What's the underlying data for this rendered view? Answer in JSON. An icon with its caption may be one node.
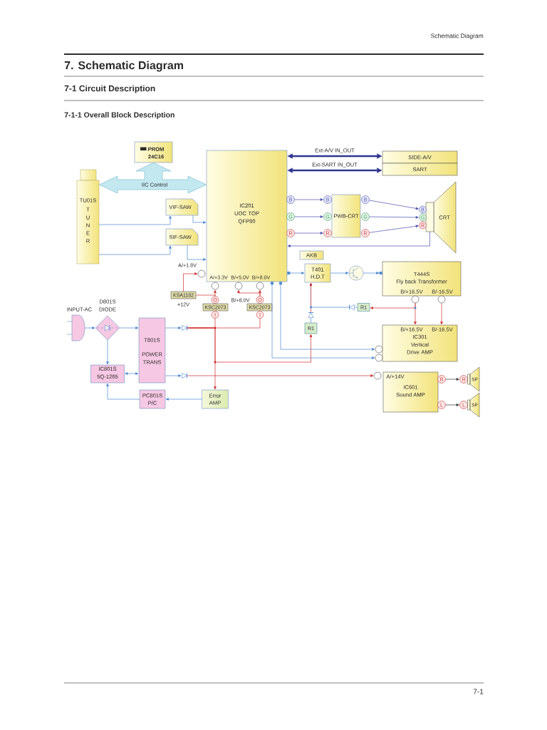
{
  "diagram": {
    "title": "7. Schematic Diagram",
    "nodes": [
      {
        "text": [
          "PROM 24C16"
        ]
      },
      {
        "text": [
          "TU01S",
          "T U N E R"
        ]
      },
      {
        "text": [
          "IC201 UOC TOP QFP80",
          "A/+3.3V",
          "B/+5.0V",
          "B/+8.0V"
        ]
      },
      {
        "text": [
          "SIDE-A/V"
        ]
      },
      {
        "text": [
          "SART"
        ]
      },
      {
        "text": [
          "CRT"
        ]
      },
      {
        "text": [
          "PWB-CRT"
        ]
      },
      {
        "text": [
          "B"
        ]
      },
      {
        "text": [
          "B"
        ]
      },
      {
        "text": [
          "B"
        ]
      },
      {
        "text": [
          "B"
        ]
      },
      {
        "text": [
          "VIF-SAW"
        ]
      },
      {
        "text": [
          "G"
        ]
      },
      {
        "text": [
          "G"
        ]
      },
      {
        "text": [
          "G"
        ]
      },
      {
        "text": [
          "G"
        ]
      },
      {
        "text": [
          "R"
        ]
      },
      {
        "text": [
          "R"
        ]
      },
      {
        "text": [
          "R"
        ]
      },
      {
        "text": [
          "R"
        ]
      },
      {
        "text": [
          "SIF-SAW"
        ]
      },
      {
        "text": [
          "AKB"
        ]
      },
      {
        "text": [
          "T401 H.D.T"
        ]
      },
      {
        "text": [],
        "shape": "circle"
      },
      {
        "text": [
          "T444S",
          "Fly back Transformer",
          "B/+16.5V",
          "B/-16.5V"
        ]
      },
      {
        "text": [],
        "shape": "circle",
        "beside": [
          "A/+1.8V"
        ]
      },
      {
        "text": [],
        "shape": "circle"
      },
      {
        "text": [],
        "shape": "circle"
      },
      {
        "text": [],
        "shape": "circle"
      },
      {
        "text": [
          "KSA1182"
        ],
        "beside": [
          "+12V"
        ]
      },
      {
        "text": [
          "O"
        ]
      },
      {
        "text": [
          "O"
        ]
      },
      {
        "text": [],
        "shape": "circle"
      },
      {
        "text": [],
        "shape": "circle"
      },
      {
        "text": [
          "KSC2073"
        ]
      },
      {
        "text": [
          "KSC2073"
        ]
      },
      {
        "text": [
          "R1"
        ]
      },
      {
        "text": [],
        "shape": "diode"
      },
      {
        "text": [
          "I"
        ]
      },
      {
        "text": [
          "I"
        ]
      },
      {
        "text": [],
        "shape": "diode"
      },
      {
        "text": [
          "INPUT-AC"
        ]
      },
      {
        "text": [
          "D801S DIODE"
        ]
      },
      {
        "text": [
          "T801S",
          "POWER TRANS"
        ]
      },
      {
        "text": [
          "B/+16.5V",
          "B/-16.5V",
          "IC301",
          "Vertical Drive AMP"
        ]
      },
      {
        "text": [
          "R1"
        ]
      },
      {
        "text": [],
        "shape": "diode"
      },
      {
        "text": [],
        "shape": "circle"
      },
      {
        "text": [],
        "shape": "circle"
      },
      {
        "text": [
          "IC801S 5Q-1265"
        ]
      },
      {
        "text": [],
        "shape": "diode"
      },
      {
        "text": [],
        "shape": "circle"
      },
      {
        "text": [
          "A/+14V",
          "IC601",
          "Sound AMP"
        ]
      },
      {
        "text": [
          "R"
        ]
      },
      {
        "text": [
          "R"
        ]
      },
      {
        "text": [
          "SP"
        ]
      },
      {
        "text": [
          "Error AMP"
        ]
      },
      {
        "text": [
          "PC801S P/C"
        ]
      },
      {
        "text": [
          "L"
        ]
      },
      {
        "text": [
          "L"
        ]
      },
      {
        "text": [
          "SP"
        ]
      }
    ],
    "edges": [
      {
        "from": 2,
        "to": 1,
        "arrow": "both",
        "label": "IIC Control",
        "style": "thick",
        "color": "#c4e8f0"
      },
      {
        "from": 2,
        "to": 0,
        "arrow": "both",
        "style": "thick",
        "color": "#c4e8f0"
      },
      {
        "from": 2,
        "to": 3,
        "arrow": "both",
        "label": "Ext-A/V IN_OUT",
        "style": "thick",
        "color": "#30378f"
      },
      {
        "from": 2,
        "to": 4,
        "arrow": "both",
        "label": "Ext-SART IN_OUT",
        "style": "thick",
        "color": "#30378f"
      },
      {
        "from": 1,
        "to": 11,
        "arrow": "to"
      },
      {
        "from": 1,
        "to": 20,
        "arrow": "to"
      },
      {
        "from": 11,
        "to": 2,
        "arrow": "to"
      },
      {
        "from": 20,
        "to": 2,
        "arrow": "to"
      },
      {
        "from": 7,
        "to": 8,
        "arrow": "to",
        "color": "#4b4fb0"
      },
      {
        "from": 9,
        "to": 10,
        "arrow": "to",
        "color": "#4b4fb0"
      },
      {
        "from": 12,
        "to": 13,
        "arrow": "to",
        "color": "#4b4fb0"
      },
      {
        "from": 14,
        "to": 15,
        "arrow": "to",
        "color": "#4b4fb0"
      },
      {
        "from": 16,
        "to": 17,
        "arrow": "to",
        "color": "#4b4fb0"
      },
      {
        "from": 18,
        "to": 19,
        "arrow": "to",
        "color": "#4b4fb0"
      },
      {
        "from": 5,
        "to": 2,
        "arrow": "to",
        "color": "#4b4fb0"
      },
      {
        "from": 2,
        "to": 22,
        "arrow": "to"
      },
      {
        "from": 22,
        "to": 23,
        "arrow": "to"
      },
      {
        "from": 23,
        "to": 24,
        "arrow": "to"
      },
      {
        "from": 29,
        "to": 25,
        "arrow": "to",
        "color": "#d02c2c"
      },
      {
        "from": 30,
        "to": 26,
        "arrow": "to",
        "color": "#d02c2c"
      },
      {
        "from": 31,
        "to": 27,
        "arrow": "to",
        "color": "#d02c2c"
      },
      {
        "from": 31,
        "to": 28,
        "arrow": "to",
        "color": "#d02c2c"
      },
      {
        "from": 30,
        "to": 29,
        "arrow": "none",
        "color": "#d02c2c"
      },
      {
        "from": 32,
        "to": 44,
        "arrow": "to",
        "color": "#d02c2c"
      },
      {
        "from": 33,
        "to": 44,
        "arrow": "to",
        "color": "#d02c2c"
      },
      {
        "from": 32,
        "to": 36,
        "arrow": "to",
        "color": "#d02c2c"
      },
      {
        "from": 36,
        "to": 37,
        "arrow": "none"
      },
      {
        "from": 37,
        "to": 22,
        "arrow": "to"
      },
      {
        "from": 45,
        "to": 40,
        "arrow": "none"
      },
      {
        "from": 40,
        "to": 22,
        "arrow": "to",
        "color": "#d02c2c"
      },
      {
        "from": 46,
        "to": 38,
        "arrow": "none",
        "color": "#d02c2c"
      },
      {
        "from": 46,
        "to": 39,
        "arrow": "none",
        "color": "#d02c2c"
      },
      {
        "from": 46,
        "to": 45,
        "arrow": "to",
        "color": "#d02c2c"
      },
      {
        "from": 46,
        "to": 56,
        "arrow": "to",
        "color": "#d02c2c"
      },
      {
        "from": 2,
        "to": 47,
        "arrow": "to"
      },
      {
        "from": 2,
        "to": 48,
        "arrow": "to"
      },
      {
        "from": 41,
        "to": 42,
        "arrow": "to"
      },
      {
        "from": 42,
        "to": 43,
        "arrow": "to"
      },
      {
        "from": 42,
        "to": 49,
        "arrow": "to"
      },
      {
        "from": 43,
        "to": 49,
        "arrow": "both"
      },
      {
        "from": 43,
        "to": 46,
        "arrow": "to"
      },
      {
        "from": 43,
        "to": 50,
        "arrow": "to"
      },
      {
        "from": 50,
        "to": 51,
        "arrow": "to",
        "color": "#d02c2c"
      },
      {
        "from": 56,
        "to": 57,
        "arrow": "to"
      },
      {
        "from": 57,
        "to": 49,
        "arrow": "to"
      },
      {
        "from": 53,
        "to": 54,
        "arrow": "to",
        "color": "#333333"
      },
      {
        "from": 58,
        "to": 59,
        "arrow": "to",
        "color": "#333333"
      }
    ],
    "labels": [
      "Schematic Diagram",
      "7-1 Circuit Description",
      "7-1-1 Overall Block Description",
      "B/+8.0V",
      "7-1"
    ]
  }
}
